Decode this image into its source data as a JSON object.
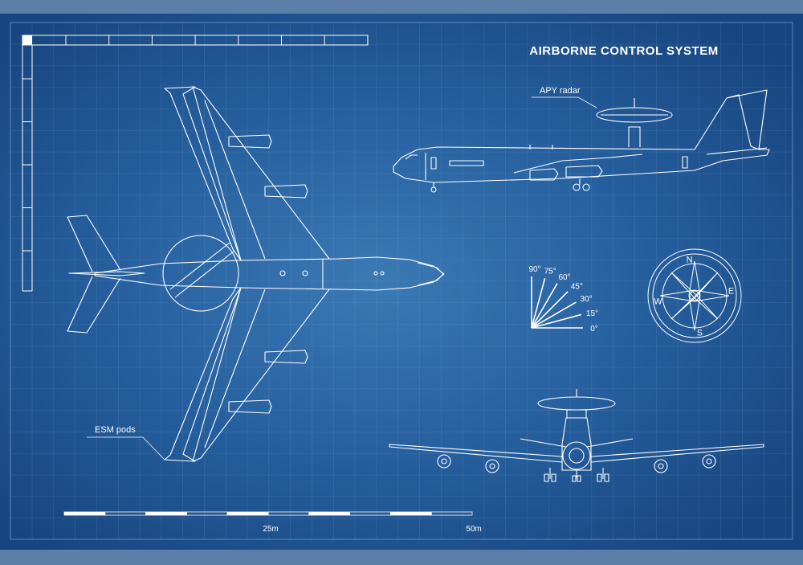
{
  "title": "AIRBORNE CONTROL SYSTEM",
  "callouts": {
    "radar": "APY radar",
    "esm": "ESM pods"
  },
  "scale": {
    "mid_label": "25m",
    "end_label": "50m"
  },
  "angles": [
    "90°",
    "75°",
    "60°",
    "45°",
    "30°",
    "15°",
    "0°"
  ],
  "compass": {
    "letters": [
      "N",
      "E",
      "S",
      "W"
    ]
  },
  "colors": {
    "background": "#1c4f8c",
    "background_center": "#3b79b5",
    "frame": "#5b7fa6",
    "lines": "#ffffff",
    "grid": "#6f9ccb"
  }
}
